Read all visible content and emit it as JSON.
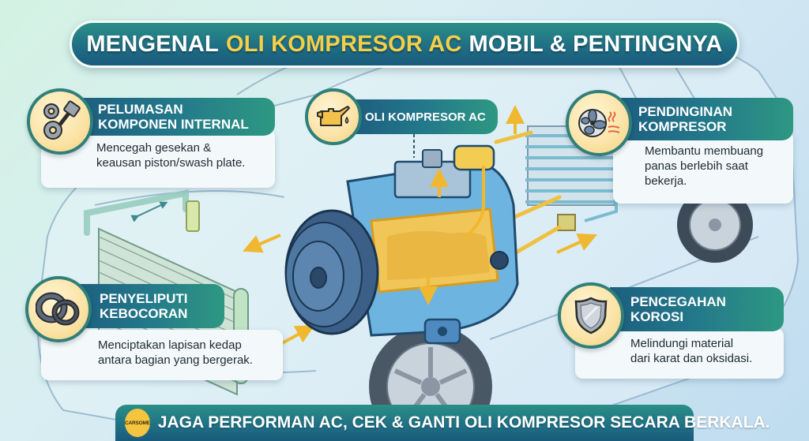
{
  "title": {
    "part1": "MENGENAL",
    "highlight": "OLI KOMPRESOR AC",
    "part2": "MOBIL & PENTINGNYA",
    "highlight_color": "#f4cf4a"
  },
  "center_label": {
    "text": "OLI KOMPRESOR AC",
    "icon": "oil-can-icon"
  },
  "cards": [
    {
      "id": "pelumasan",
      "icon": "gears-piston-icon",
      "title_line1": "PELUMASAN",
      "title_line2": "KOMPONEN INTERNAL",
      "desc_line1": "Mencegah gesekan &",
      "desc_line2": "keausan piston/swash plate."
    },
    {
      "id": "pendinginan",
      "icon": "fan-heat-icon",
      "title_line1": "PENDINGINAN",
      "title_line2": "KOMPRESOR",
      "desc_line1": "Membantu membuang",
      "desc_line2": "panas berlebih saat",
      "desc_line3": "bekerja."
    },
    {
      "id": "penyeliputi",
      "icon": "seal-rings-icon",
      "title_line1": "PENYELIPUTI",
      "title_line2": "KEBOCORAN",
      "desc_line1": "Menciptakan lapisan kedap",
      "desc_line2": "antara bagian yang bergerak."
    },
    {
      "id": "pencegahan",
      "icon": "shield-icon",
      "title_line1": "PENCEGAHAN",
      "title_line2": "KOROSI",
      "desc_line1": "Melindungi material",
      "desc_line2": "dari karat dan oksidasi."
    }
  ],
  "footer": {
    "logo_text": "CARSOME",
    "text": "JAGA PERFORMAN AC, CEK & GANTI OLI KOMPRESOR SECARA BERKALA."
  },
  "colors": {
    "teal_dark": "#1d5f80",
    "teal_light": "#2e9882",
    "oil_yellow": "#f0c040",
    "compressor_blue": "#5aa8d8",
    "card_bg": "#f3f9fb"
  }
}
